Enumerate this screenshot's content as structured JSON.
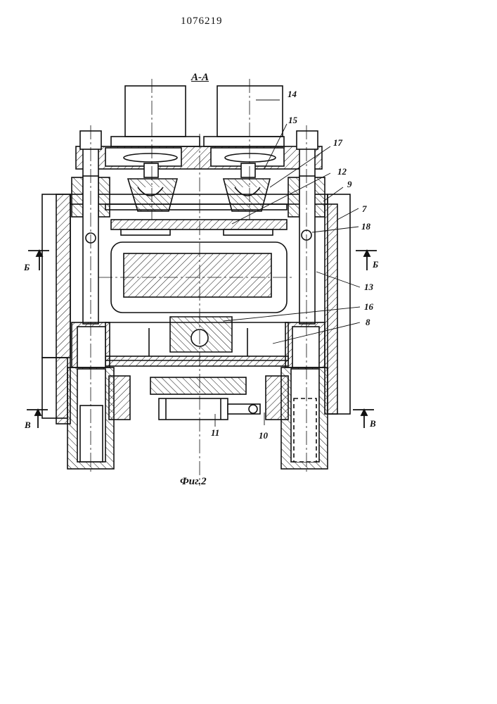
{
  "page_number": "1076219",
  "section_title": "А-А",
  "figure_caption": "Фиг.2",
  "part_labels": {
    "p7": "7",
    "p8": "8",
    "p9": "9",
    "p10": "10",
    "p11": "11",
    "p12": "12",
    "p13": "13",
    "p14": "14",
    "p15": "15",
    "p16": "16",
    "p17": "17",
    "p18": "18"
  },
  "section_marks": {
    "b_left": "Б",
    "b_right": "Б",
    "v_left": "В",
    "v_right": "В"
  }
}
